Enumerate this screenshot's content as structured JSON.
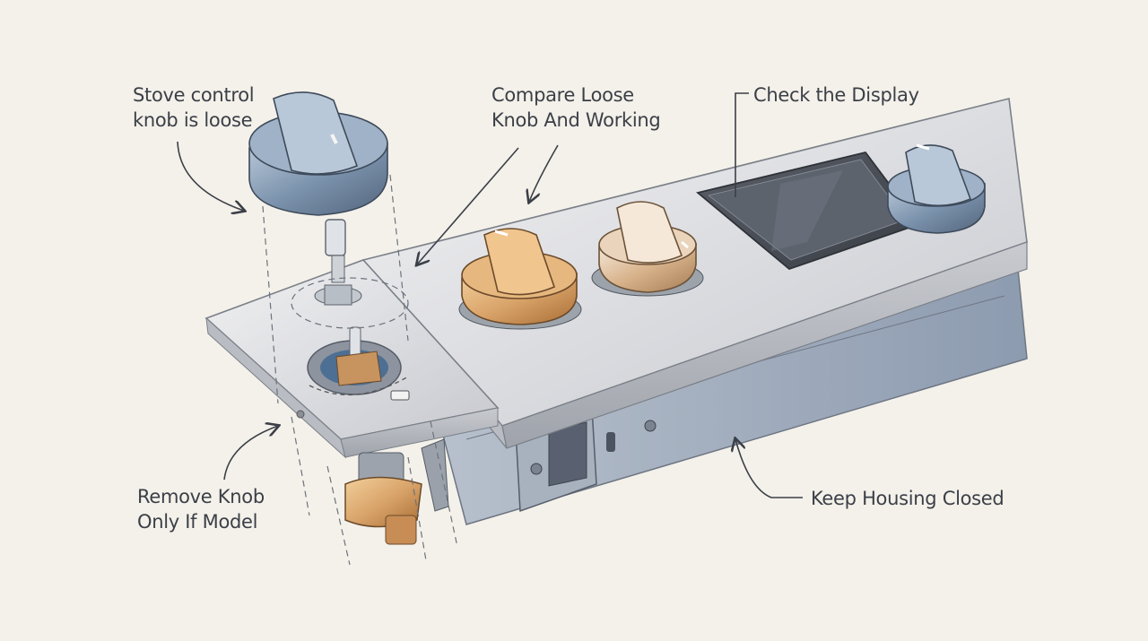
{
  "labels": {
    "loose_knob": {
      "line1": "Stove control",
      "line2": "knob is loose"
    },
    "compare": {
      "line1": "Compare Loose",
      "line2": "Knob And Working"
    },
    "display": {
      "text": "Check the Display"
    },
    "remove": {
      "line1": "Remove Knob",
      "line2": "Only If Model"
    },
    "housing": {
      "text": "Keep Housing Closed"
    }
  },
  "colors": {
    "background": "#f4f1ea",
    "steel": "#dcdde0",
    "blue_knob": "#7c93ad",
    "copper_knob": "#d9a46a",
    "brass_knob": "#d8b38c",
    "ink": "#3b3f47"
  }
}
